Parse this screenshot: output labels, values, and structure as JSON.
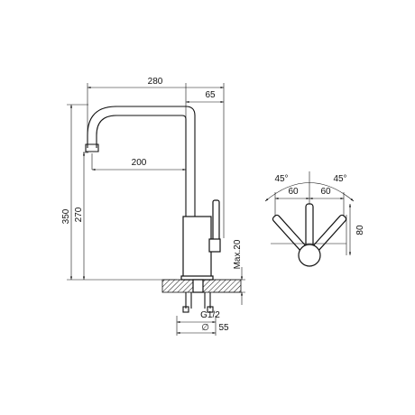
{
  "dimensions": {
    "overall_width": "280",
    "spout_offset": "65",
    "reach": "200",
    "overall_height": "350",
    "spout_height": "270",
    "max_thickness": "Max.20",
    "thread": "G1/2",
    "hole_diameter": "55",
    "diameter_symbol": "∅",
    "angle_left": "45°",
    "angle_right": "45°",
    "handle_left": "60",
    "handle_right": "60",
    "handle_height": "80"
  }
}
